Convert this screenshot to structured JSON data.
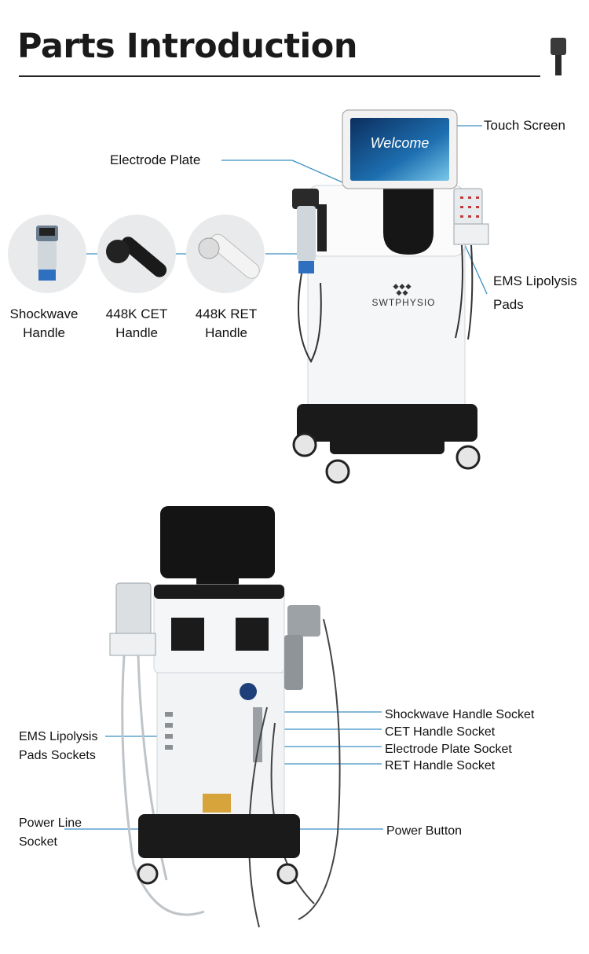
{
  "header": {
    "title": "Parts Introduction"
  },
  "machine_front": {
    "screen_text": "Welcome",
    "brand": "SWTPHYSIO"
  },
  "labels_top": {
    "touch_screen": "Touch Screen",
    "electrode_plate": "Electrode Plate",
    "ems_pads_line1": "EMS Lipolysis",
    "ems_pads_line2": "Pads"
  },
  "handles": [
    {
      "line1": "Shockwave",
      "line2": "Handle"
    },
    {
      "line1": "448K CET",
      "line2": "Handle"
    },
    {
      "line1": "448K RET",
      "line2": "Handle"
    }
  ],
  "labels_back": {
    "shockwave_socket": "Shockwave Handle Socket",
    "cet_socket": "CET Handle Socket",
    "electrode_socket": "Electrode Plate Socket",
    "ret_socket": "RET Handle Socket",
    "ems_sockets_line1": "EMS Lipolysis",
    "ems_sockets_line2": "Pads Sockets",
    "power_line_line1": "Power Line",
    "power_line_line2": "Socket",
    "power_button": "Power Button"
  },
  "colors": {
    "leader_line": "#3a8fc4",
    "title_rule": "#222222",
    "machine_body": "#f4f6f8",
    "machine_dark": "#161616"
  }
}
